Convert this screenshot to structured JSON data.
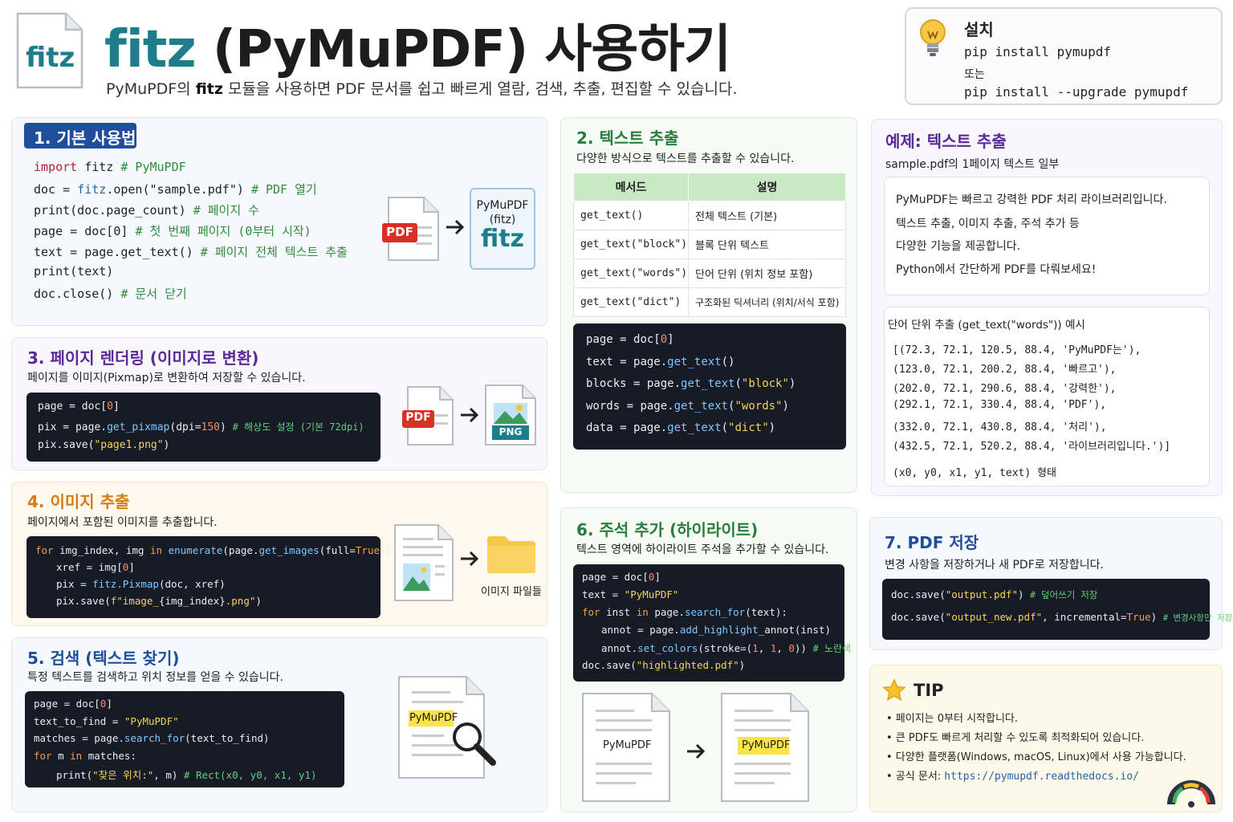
{
  "header": {
    "logo_text": "fitz",
    "title_fitz": "fitz",
    "title_rest": " (PyMuPDF) 사용하기",
    "subtitle_pre": "PyMuPDF의 ",
    "subtitle_bold": "fitz",
    "subtitle_post": " 모듈을 사용하면 PDF 문서를 쉽고 빠르게 열람, 검색, 추출, 편집할 수 있습니다."
  },
  "install": {
    "icon": "lightbulb-icon",
    "title": "설치",
    "cmd1": "pip install pymupdf",
    "or": "또는",
    "cmd2": "pip install --upgrade pymupdf"
  },
  "section1": {
    "title": "1. 기본 사용법",
    "code": [
      {
        "pre": "",
        "kw": "import",
        "mid": " fitz   ",
        "comment": "# PyMuPDF"
      },
      {
        "pre": "doc = ",
        "fn": "fitz",
        "mid": ".open(\"sample.pdf\")  ",
        "comment": "# PDF 열기"
      },
      {
        "pre": "print(doc.page_count)  ",
        "comment": "# 페이지 수"
      },
      {
        "pre": "page = doc[0]  ",
        "comment": "# 첫 번째 페이지 (0부터 시작)"
      },
      {
        "pre": "text = page.get_text()  ",
        "comment": "# 페이지 전체 텍스트 추출"
      },
      {
        "pre": "print(text)",
        "comment": ""
      },
      {
        "pre": "doc.close()  ",
        "comment": "# 문서 닫기"
      }
    ],
    "pdf_label": "PDF",
    "box_line1": "PyMuPDF",
    "box_line2": "(fitz)",
    "box_logo": "fitz"
  },
  "section2": {
    "title": "2. 텍스트 추출",
    "desc": "다양한 방식으로 텍스트를 추출할 수 있습니다.",
    "headers": [
      "메서드",
      "설명"
    ],
    "rows": [
      [
        "get_text()",
        "전체 텍스트 (기본)"
      ],
      [
        "get_text(\"block\")",
        "블록 단위 텍스트"
      ],
      [
        "get_text(\"words\")",
        "단어 단위 (위치 정보 포함)"
      ],
      [
        "get_text(\"dict\")",
        "구조화된 딕셔너리 (위치/서식 포함)"
      ]
    ],
    "code": [
      {
        "var": "page",
        "op": " = ",
        "rest": "doc[",
        "num": "0",
        "end": "]"
      },
      {
        "var": "text",
        "op": " = ",
        "rest": "page.",
        "fn": "get_text",
        "end": "()"
      },
      {
        "var": "blocks",
        "op": " = ",
        "rest": "page.",
        "fn": "get_text",
        "str": "\"block\""
      },
      {
        "var": "words",
        "op": " = ",
        "rest": "page.",
        "fn": "get_text",
        "str": "\"words\""
      },
      {
        "var": "data",
        "op": " = ",
        "rest": "page.",
        "fn": "get_text",
        "str": "\"dict\""
      }
    ]
  },
  "example": {
    "title": "예제: 텍스트 추출",
    "desc": "sample.pdf의 1페이지 텍스트 일부",
    "sample": [
      "PyMuPDF는 빠르고 강력한 PDF 처리 라이브러리입니다.",
      "텍스트 추출, 이미지 추출, 주석 추가 등",
      "다양한 기능을 제공합니다.",
      "Python에서 간단하게 PDF를 다뤄보세요!"
    ],
    "words_title": "단어 단위 추출 (get_text(\"words\")) 예시",
    "words": [
      "[(72.3, 72.1, 120.5, 88.4, 'PyMuPDF는'),",
      " (123.0, 72.1, 200.2, 88.4, '빠르고'),",
      " (202.0, 72.1, 290.6, 88.4, '강력한'),",
      " (292.1, 72.1, 330.4, 88.4, 'PDF'),",
      " (332.0, 72.1, 430.8, 88.4, '처리'),",
      " (432.5, 72.1, 520.2, 88.4, '라이브러리입니다.')]"
    ],
    "format": "(x0, y0, x1, y1, text) 형태"
  },
  "section3": {
    "title": "3. 페이지 렌더링 (이미지로 변환)",
    "desc": "페이지를 이미지(Pixmap)로 변환하여 저장할 수 있습니다.",
    "code1_var": "page",
    "code1_rest": " = doc[",
    "code1_num": "0",
    "code1_end": "]",
    "code2_var": "pix",
    "code2_rest": " = page.",
    "code2_fn": "get_pixmap",
    "code2_arg": "(dpi=",
    "code2_num": "150",
    "code2_end": ")",
    "code2_comment": "# 해상도 설정 (기본 72dpi)",
    "code3_var": "pix",
    "code3_rest": ".save(",
    "code3_str": "\"page1.png\"",
    "code3_end": ")",
    "pdf_label": "PDF",
    "png_label": "PNG"
  },
  "section4": {
    "title": "4. 이미지 추출",
    "desc": "페이지에서 포함된 이미지를 추출합니다.",
    "line1_kw": "for",
    "line1_a": " img_index, img ",
    "line1_kw2": "in",
    "line1_fn": " enumerate",
    "line1_b": "(page.",
    "line1_fn2": "get_images",
    "line1_c": "(full=",
    "line1_val": "True",
    "line1_d": ")):",
    "line2": "xref = img[",
    "line2_num": "0",
    "line2_end": "]",
    "line3_a": "pix = ",
    "line3_fn": "fitz.Pixmap",
    "line3_b": "(doc, xref)",
    "line4_a": "pix.save(",
    "line4_str": "f\"image_",
    "line4_b": "{img_index}",
    "line4_str2": ".png\"",
    "line4_end": ")",
    "caption": "이미지 파일들"
  },
  "section5": {
    "title": "5. 검색 (텍스트 찾기)",
    "desc": "특정 텍스트를 검색하고 위치 정보를 얻을 수 있습니다.",
    "l1_a": "page = doc[",
    "l1_num": "0",
    "l1_end": "]",
    "l2_a": "text_to_find = ",
    "l2_str": "\"PyMuPDF\"",
    "l3_a": "matches = page.",
    "l3_fn": "search_for",
    "l3_end": "(text_to_find)",
    "l4_kw": "for",
    "l4_a": " m ",
    "l4_kw2": "in",
    "l4_b": " matches:",
    "l5_a": "print(",
    "l5_str": "\"찾은 위치:\"",
    "l5_b": ", m)",
    "l5_comment": "# Rect(x0, y0, x1, y1)",
    "highlight": "PyMuPDF"
  },
  "section6": {
    "title": "6. 주석 추가 (하이라이트)",
    "desc": "텍스트 영역에 하이라이트 주석을 추가할 수 있습니다.",
    "l1_a": "page = doc[",
    "l1_num": "0",
    "l1_end": "]",
    "l2_a": "text = ",
    "l2_str": "\"PyMuPDF\"",
    "l3_kw": "for",
    "l3_a": " inst ",
    "l3_kw2": "in",
    "l3_b": " page.",
    "l3_fn": "search_for",
    "l3_end": "(text):",
    "l4_a": "annot = page.",
    "l4_fn": "add_highlight",
    "l4_end": "_annot(inst)",
    "l5_a": "annot.",
    "l5_fn": "set_colors",
    "l5_b": "(stroke=(",
    "l5_n1": "1",
    "l5_c": ", ",
    "l5_n2": "1",
    "l5_d": ", ",
    "l5_n3": "0",
    "l5_end": "))",
    "l5_comment": "# 노란색",
    "l6_a": "doc.save(",
    "l6_str": "\"highlighted.pdf\"",
    "l6_end": ")",
    "before_label": "PyMuPDF",
    "after_label": "PyMuPDF"
  },
  "section7": {
    "title": "7. PDF 저장",
    "desc": "변경 사항을 저장하거나 새 PDF로 저장합니다.",
    "l1_a": "doc.save(",
    "l1_str": "\"output.pdf\"",
    "l1_end": ")",
    "l1_comment": "# 덮어쓰기 저장",
    "l2_a": "doc.save(",
    "l2_str": "\"output_new.pdf\"",
    "l2_b": ", incremental=",
    "l2_val": "True",
    "l2_end": ")",
    "l2_comment": "# 변경사항만 저장"
  },
  "tip": {
    "title": "TIP",
    "items": [
      "• 페이지는 0부터 시작합니다.",
      "• 큰 PDF도 빠르게 처리할 수 있도록 최적화되어 있습니다.",
      "• 다양한 플랫폼(Windows, macOS, Linux)에서 사용 가능합니다."
    ],
    "doc_prefix": "• 공식 문서: ",
    "doc_link": "https://pymupdf.readthedocs.io/"
  },
  "colors": {
    "fitz_teal": "#1e7d8a",
    "section_blue": "#1f4e9c",
    "section_purple": "#5b2a9a",
    "section_orange": "#d77b10",
    "section_green": "#2a7d3a",
    "pdf_red": "#d93025",
    "highlight_yellow": "#fbe34a",
    "code_bg": "#161b26"
  }
}
